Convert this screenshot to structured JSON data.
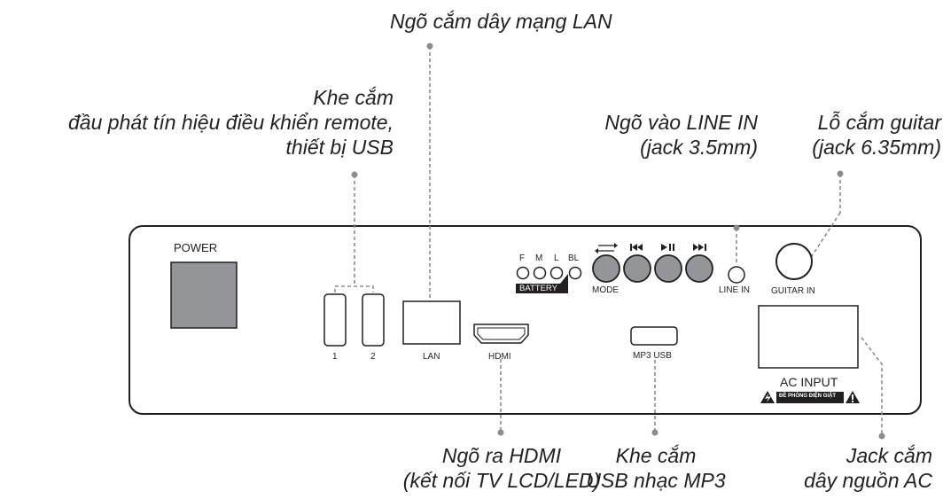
{
  "callouts": {
    "lan": "Ngõ cắm dây mạng LAN",
    "remote_line1": "Khe cắm",
    "remote_line2": "đầu phát tín hiệu điều khiển remote,",
    "remote_line3": "thiết bị USB",
    "linein_line1": "Ngõ vào LINE IN",
    "linein_line2": "(jack 3.5mm)",
    "guitar_line1": "Lỗ cắm guitar",
    "guitar_line2": "(jack 6.35mm)",
    "hdmi_line1": "Ngõ ra HDMI",
    "hdmi_line2": "(kết nối TV LCD/LED)",
    "mp3_line1": "Khe cắm",
    "mp3_line2": "USB nhạc MP3",
    "ac_line1": "Jack cắm",
    "ac_line2": "dây nguồn AC"
  },
  "panel_labels": {
    "power": "POWER",
    "usb1": "1",
    "usb2": "2",
    "lan": "LAN",
    "hdmi": "HDMI",
    "led_f": "F",
    "led_m": "M",
    "led_l": "L",
    "led_bl": "BL",
    "battery": "BATTERY",
    "mode": "MODE",
    "mp3_usb": "MP3 USB",
    "line_in": "LINE IN",
    "guitar_in": "GUITAR IN",
    "ac_input": "AC INPUT",
    "warning": "ĐỀ PHÒNG ĐIỆN GIẬT"
  },
  "icons": [
    "mode-swap-icon",
    "prev-track-icon",
    "play-pause-icon",
    "next-track-icon",
    "shock-warning-icon",
    "exclamation-warning-icon"
  ],
  "colors": {
    "ink": "#231f20",
    "leader": "#8c8c8c",
    "power_fill": "#939598"
  }
}
